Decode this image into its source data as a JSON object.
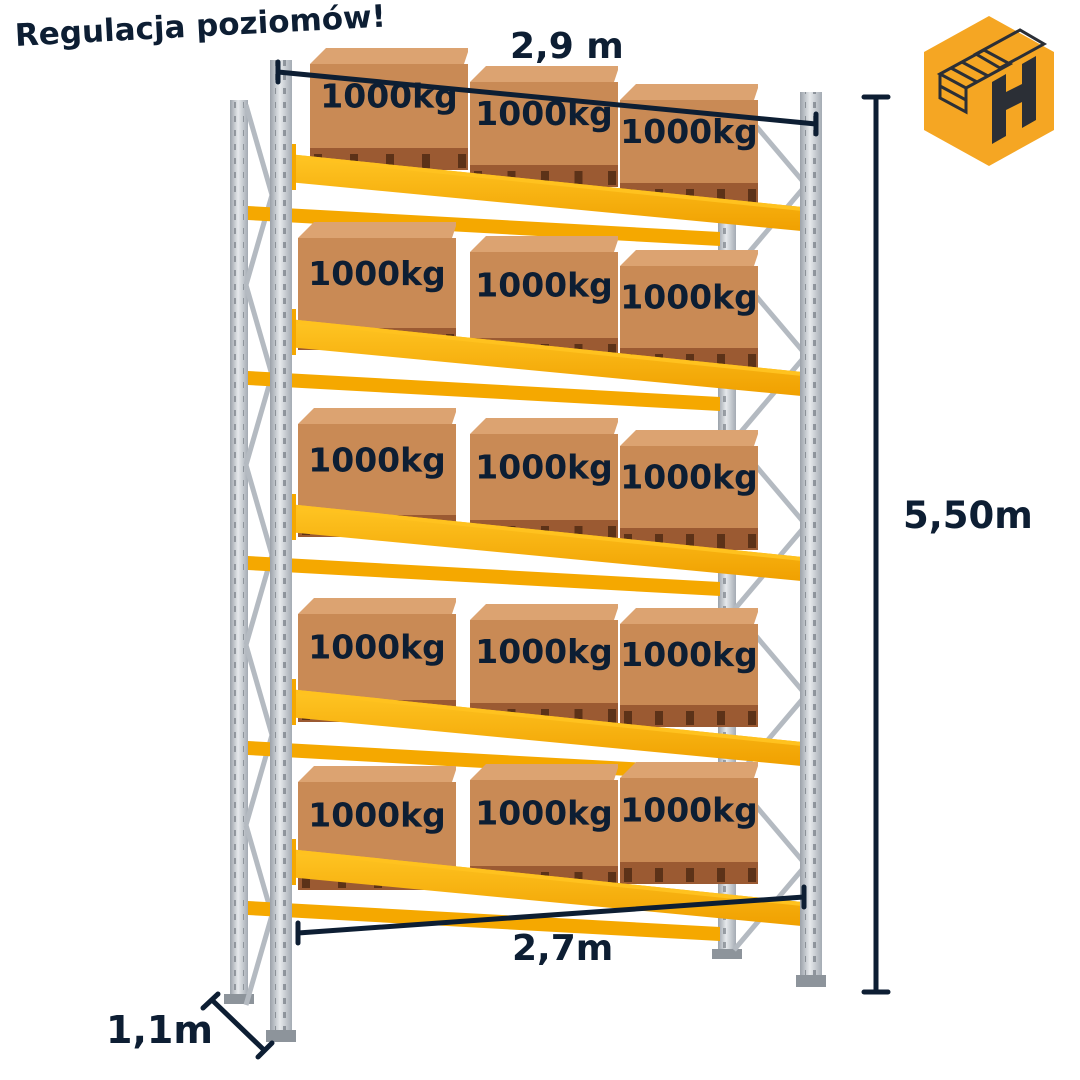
{
  "headline": "Regulacja poziomów!",
  "dimensions": {
    "top_width": "2,9 m",
    "height": "5,50m",
    "beam_length": "2,7m",
    "depth": "1,1m"
  },
  "load_label": "1000kg",
  "levels": [
    {
      "loads": [
        "1000kg",
        "1000kg",
        "1000kg"
      ]
    },
    {
      "loads": [
        "1000kg",
        "1000kg",
        "1000kg"
      ]
    },
    {
      "loads": [
        "1000kg",
        "1000kg",
        "1000kg"
      ]
    },
    {
      "loads": [
        "1000kg",
        "1000kg",
        "1000kg"
      ]
    },
    {
      "loads": [
        "1000kg",
        "1000kg",
        "1000kg"
      ]
    }
  ],
  "colors": {
    "text": "#0d1e33",
    "beam": "#f5a800",
    "beam_light": "#ffc21f",
    "box": "#c98a55",
    "box_top": "#dca371",
    "pallet": "#9b5a32",
    "upright": "#c9ced4",
    "logo_fill": "#f5a623",
    "logo_dark": "#2b2f36"
  },
  "logo": {
    "icon": "hexagon-h-logo-icon"
  }
}
